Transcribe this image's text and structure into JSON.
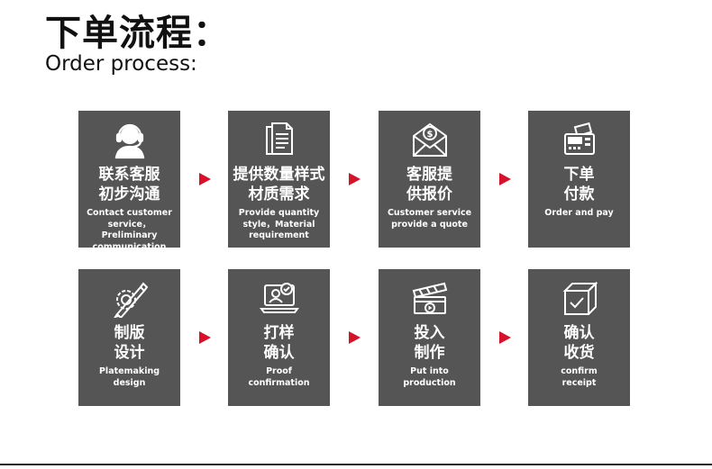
{
  "title_cn": "下单流程：",
  "title_en": "Order process:",
  "accent_color": "#d8112a",
  "card_color": "#555555",
  "steps": [
    {
      "cn": "联系客服\n初步沟通",
      "en": "Contact customer\nservice，Preliminary\ncommunication",
      "icon": "customer-service-headset-icon"
    },
    {
      "cn": "提供数量样式\n材质需求",
      "en": "Provide quantity\nstyle，Material\nrequirement",
      "icon": "documents-icon"
    },
    {
      "cn": "客服提\n供报价",
      "en": "Customer service\nprovide a quote",
      "icon": "envelope-dollar-icon"
    },
    {
      "cn": "下单\n付款",
      "en": "Order and pay",
      "icon": "payment-terminal-icon"
    },
    {
      "cn": "制版\n设计",
      "en": "Platemaking\ndesign",
      "icon": "design-pencil-gear-icon"
    },
    {
      "cn": "打样\n确认",
      "en": "Proof\nconfirmation",
      "icon": "laptop-confirm-icon"
    },
    {
      "cn": "投入\n制作",
      "en": "Put into\nproduction",
      "icon": "clapperboard-play-icon"
    },
    {
      "cn": "确认\n收货",
      "en": "confirm\nreceipt",
      "icon": "box-check-icon"
    }
  ]
}
